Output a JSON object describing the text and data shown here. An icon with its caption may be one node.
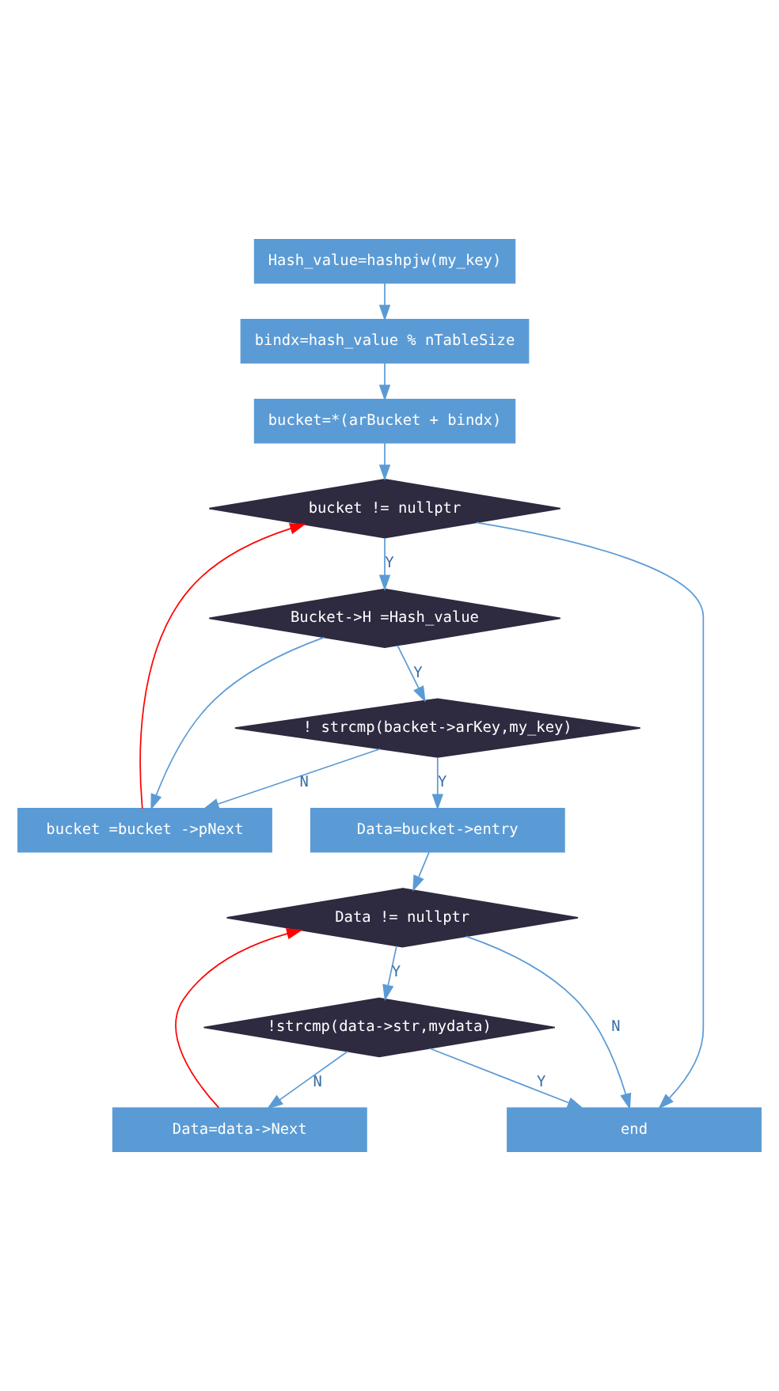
{
  "diagram": {
    "nodes": [
      {
        "text": [
          "Hash_value=hashpjw(my_key)"
        ]
      },
      {
        "text": [
          "bindx=hash_value % nTableSize"
        ]
      },
      {
        "text": [
          "bucket=*(arBucket + bindx)"
        ]
      },
      {
        "text": [
          "bucket != nullptr"
        ]
      },
      {
        "text": [
          "Bucket->H =Hash_value"
        ]
      },
      {
        "text": [
          "! strcmp(backet->arKey,my_key)"
        ]
      },
      {
        "text": [
          "Data=bucket->entry"
        ]
      },
      {
        "text": [
          "Data != nullptr"
        ]
      },
      {
        "text": [
          "!strcmp(data->str,mydata)"
        ]
      },
      {
        "text": [
          "Data=data->Next"
        ]
      },
      {
        "text": [
          "bucket =bucket ->pNext"
        ]
      },
      {
        "text": [
          "end"
        ]
      }
    ],
    "edges": [
      {
        "from": 0,
        "to": 1,
        "arrow": "to"
      },
      {
        "from": 1,
        "to": 2,
        "arrow": "to"
      },
      {
        "from": 2,
        "to": 3,
        "arrow": "to"
      },
      {
        "from": 3,
        "to": 4,
        "label": "Y",
        "arrow": "to"
      },
      {
        "from": 4,
        "to": 5,
        "label": "Y",
        "arrow": "to"
      },
      {
        "from": 5,
        "to": 6,
        "label": "Y",
        "arrow": "to"
      },
      {
        "from": 6,
        "to": 7,
        "arrow": "to"
      },
      {
        "from": 7,
        "to": 8,
        "label": "Y",
        "arrow": "to"
      },
      {
        "from": 8,
        "to": 9,
        "label": "N",
        "arrow": "to"
      },
      {
        "from": 9,
        "to": 7,
        "arrow": "to",
        "color": "#ff0000"
      },
      {
        "from": 4,
        "to": 10,
        "arrow": "to"
      },
      {
        "from": 5,
        "to": 10,
        "label": "N",
        "arrow": "to"
      },
      {
        "from": 10,
        "to": 3,
        "arrow": "to",
        "color": "#ff0000"
      },
      {
        "from": 3,
        "to": 11,
        "arrow": "to"
      },
      {
        "from": 7,
        "to": 11,
        "label": "N",
        "arrow": "to"
      },
      {
        "from": 8,
        "to": 11,
        "label": "Y",
        "arrow": "to"
      }
    ]
  }
}
